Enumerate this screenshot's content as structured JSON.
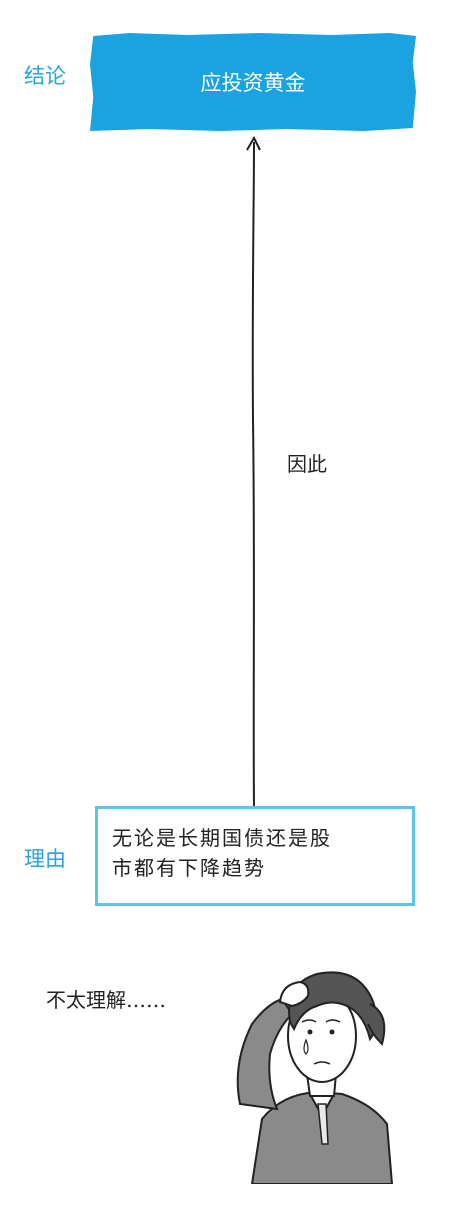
{
  "conclusion": {
    "side_label": "结论",
    "text": "应投资黄金"
  },
  "reason": {
    "side_label": "理由",
    "line1": "无论是长期国债还是股",
    "line2": "市都有下降趋势"
  },
  "connector": {
    "label": "因此"
  },
  "character": {
    "thought": "不太理解……"
  },
  "colors": {
    "accent": "#1aa3e0",
    "label": "#2aa3dc",
    "border": "#5bc4ec"
  }
}
